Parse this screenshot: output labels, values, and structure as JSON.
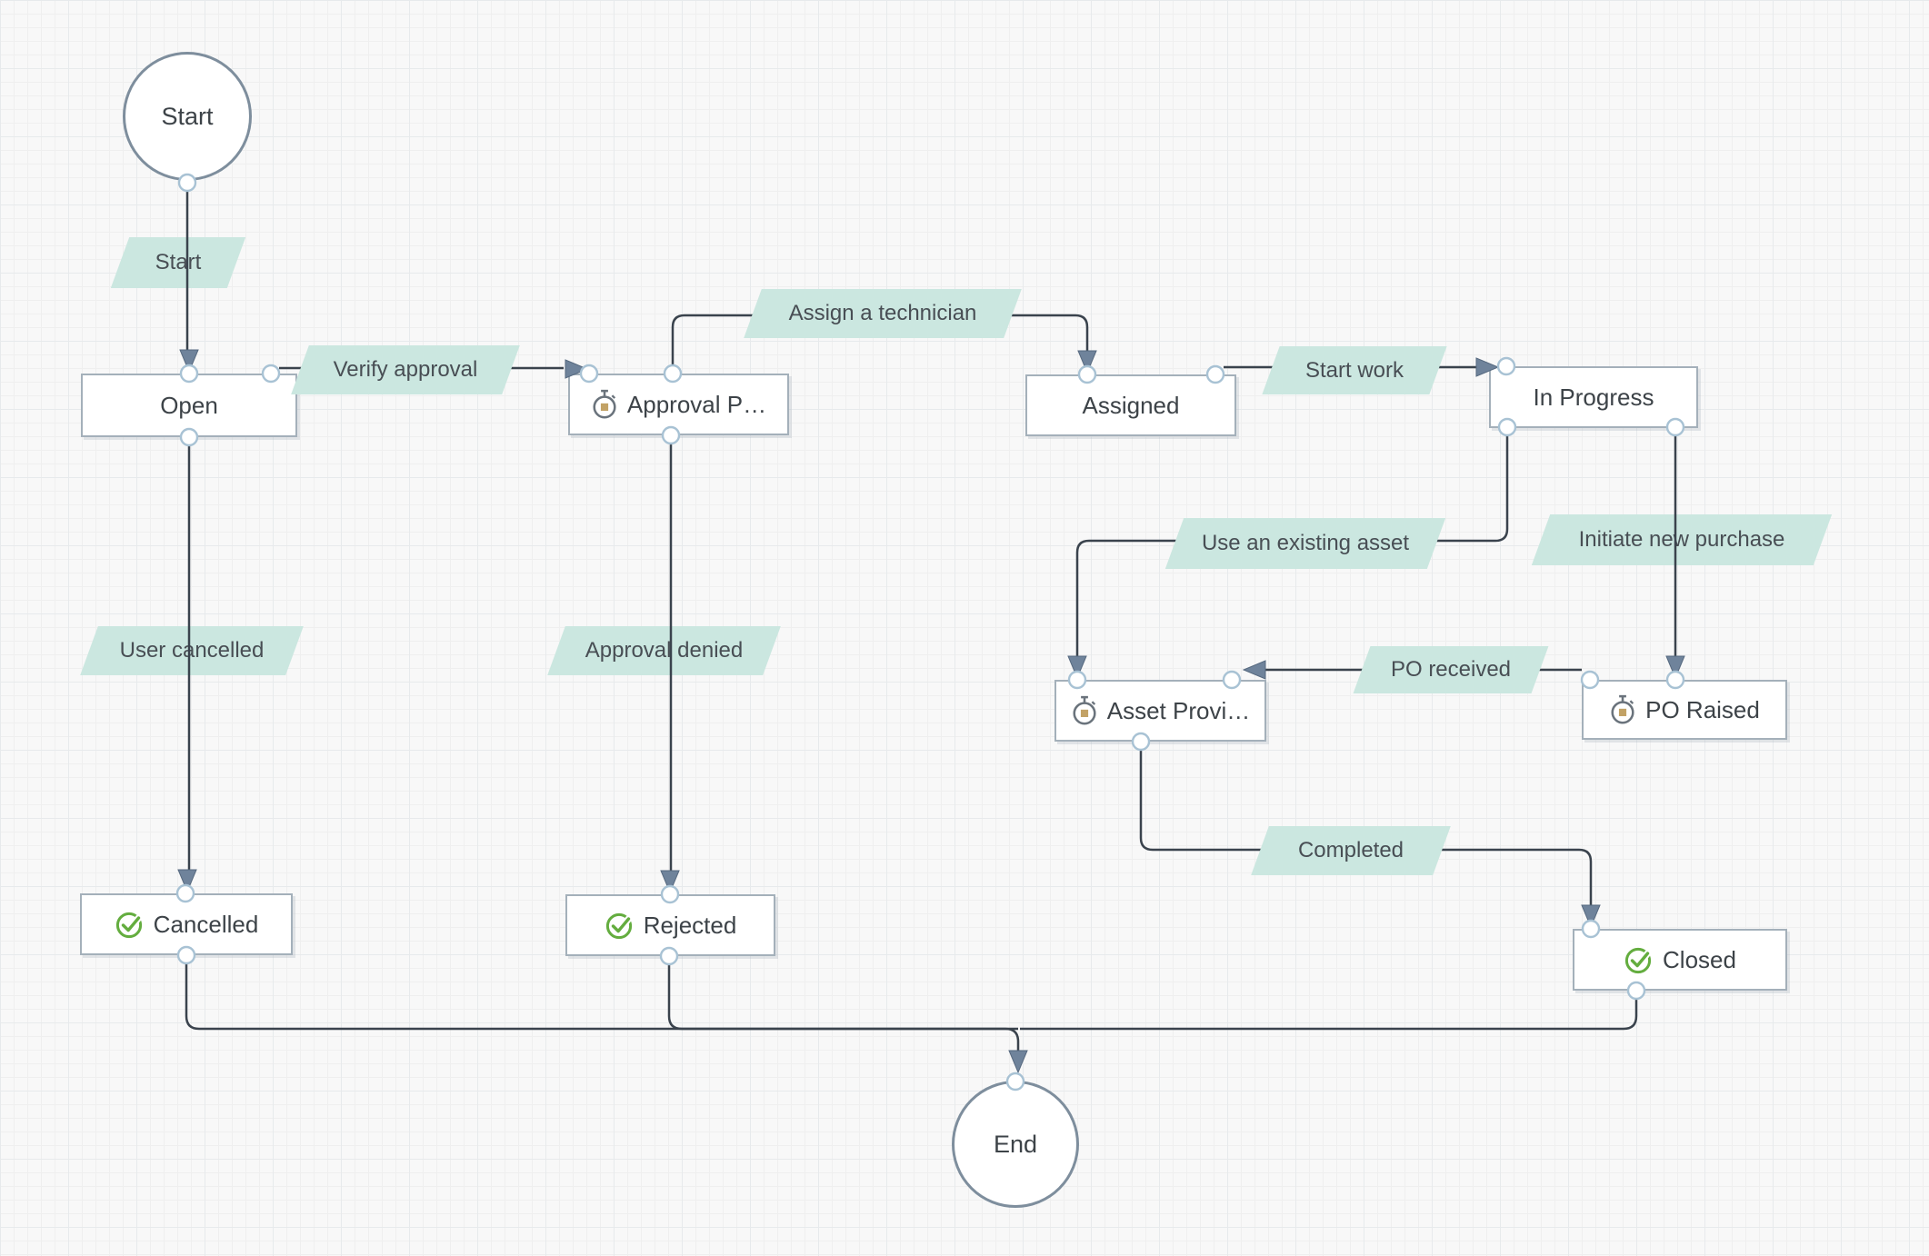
{
  "diagram": {
    "nodes": [
      {
        "id": "start",
        "type": "circle",
        "label": "Start"
      },
      {
        "id": "open",
        "type": "state",
        "label": "Open",
        "icon": ""
      },
      {
        "id": "approval_pending",
        "type": "state",
        "label": "Approval P…",
        "icon": "stopwatch"
      },
      {
        "id": "assigned",
        "type": "state",
        "label": "Assigned",
        "icon": ""
      },
      {
        "id": "in_progress",
        "type": "state",
        "label": "In Progress",
        "icon": ""
      },
      {
        "id": "asset_provisioning",
        "type": "state",
        "label": "Asset Provi…",
        "icon": "stopwatch"
      },
      {
        "id": "po_raised",
        "type": "state",
        "label": "PO Raised",
        "icon": "stopwatch"
      },
      {
        "id": "cancelled",
        "type": "state",
        "label": "Cancelled",
        "icon": "check"
      },
      {
        "id": "rejected",
        "type": "state",
        "label": "Rejected",
        "icon": "check"
      },
      {
        "id": "closed",
        "type": "state",
        "label": "Closed",
        "icon": "check"
      },
      {
        "id": "end",
        "type": "circle",
        "label": "End"
      }
    ],
    "transitions": [
      {
        "label": "Start",
        "from": "start",
        "to": "open"
      },
      {
        "label": "Verify approval",
        "from": "open",
        "to": "approval_pending"
      },
      {
        "label": "Assign a technician",
        "from": "approval_pending",
        "to": "assigned"
      },
      {
        "label": "Start work",
        "from": "assigned",
        "to": "in_progress"
      },
      {
        "label": "Use an existing asset",
        "from": "in_progress",
        "to": "asset_provisioning"
      },
      {
        "label": "Initiate new purchase",
        "from": "in_progress",
        "to": "po_raised"
      },
      {
        "label": "PO received",
        "from": "po_raised",
        "to": "asset_provisioning"
      },
      {
        "label": "Completed",
        "from": "asset_provisioning",
        "to": "closed"
      },
      {
        "label": "User cancelled",
        "from": "open",
        "to": "cancelled"
      },
      {
        "label": "Approval denied",
        "from": "approval_pending",
        "to": "rejected"
      },
      {
        "label": "",
        "from": "cancelled",
        "to": "end"
      },
      {
        "label": "",
        "from": "rejected",
        "to": "end"
      },
      {
        "label": "",
        "from": "closed",
        "to": "end"
      }
    ],
    "colors": {
      "canvas_bg": "#f8f8f8",
      "grid_line": "#efefef",
      "node_border": "#a4b0ba",
      "node_text": "#3d4348",
      "label_bg": "#cbe7e0",
      "label_text": "#484e54",
      "edge_line": "#3a434d",
      "arrowhead": "#6f839b",
      "port_stroke": "#a8c2d4",
      "check_green": "#64ad3f",
      "stopwatch_gray": "#6a737c",
      "stopwatch_square": "#c2a266"
    }
  }
}
